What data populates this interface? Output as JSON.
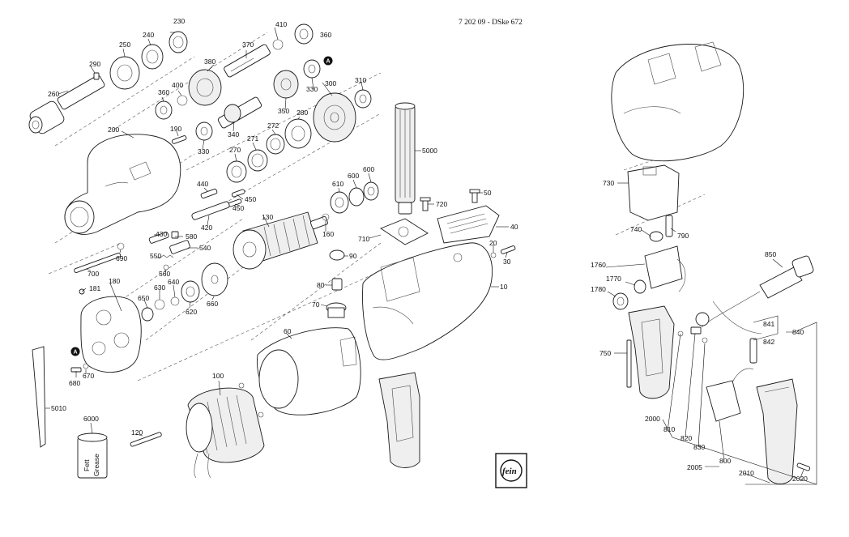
{
  "header": {
    "doc_title": "7 202 09 - DSke 672"
  },
  "ref_marks": {
    "a": "A"
  },
  "logo": {
    "text": "fein"
  },
  "labels": {
    "l230": "230",
    "l410": "410",
    "l360a": "360",
    "l250": "250",
    "l240": "240",
    "l370": "370",
    "l290": "290",
    "l380": "380",
    "l330a": "330",
    "l300": "300",
    "l310": "310",
    "l260": "260",
    "l360b": "360",
    "l400": "400",
    "l350": "350",
    "l280": "280",
    "l200": "200",
    "l190": "190",
    "l340": "340",
    "l272": "272",
    "l330b": "330",
    "l271": "271",
    "l270": "270",
    "l5000": "5000",
    "l600a": "600",
    "l600b": "600",
    "l610": "610",
    "l720": "720",
    "l50": "50",
    "l440": "440",
    "l450a": "450",
    "l450b": "450",
    "l420": "420",
    "l130": "130",
    "l160": "160",
    "l40": "40",
    "l710": "710",
    "l430": "430",
    "l580": "580",
    "l540": "540",
    "l20": "20",
    "l30": "30",
    "l690": "690",
    "l550": "550",
    "l90": "90",
    "l700": "700",
    "l560": "560",
    "l180": "180",
    "l181": "181",
    "l640": "640",
    "l630": "630",
    "l650": "650",
    "l660": "660",
    "l620": "620",
    "l80": "80",
    "l10": "10",
    "l70": "70",
    "l60": "60",
    "l680": "680",
    "l670": "670",
    "l5010": "5010",
    "l100": "100",
    "l6000": "6000",
    "l120": "120",
    "l730": "730",
    "l740": "740",
    "l790": "790",
    "l850": "850",
    "l1760": "1760",
    "l1770": "1770",
    "l1780": "1780",
    "l841": "841",
    "l842": "842",
    "l840": "840",
    "l750": "750",
    "l2000": "2000",
    "l810": "810",
    "l820": "820",
    "l830": "830",
    "l2005": "2005",
    "l800": "800",
    "l2010": "2010",
    "l2020": "2020"
  },
  "grease_can": {
    "line1": "Fett",
    "line2": "Grease"
  }
}
